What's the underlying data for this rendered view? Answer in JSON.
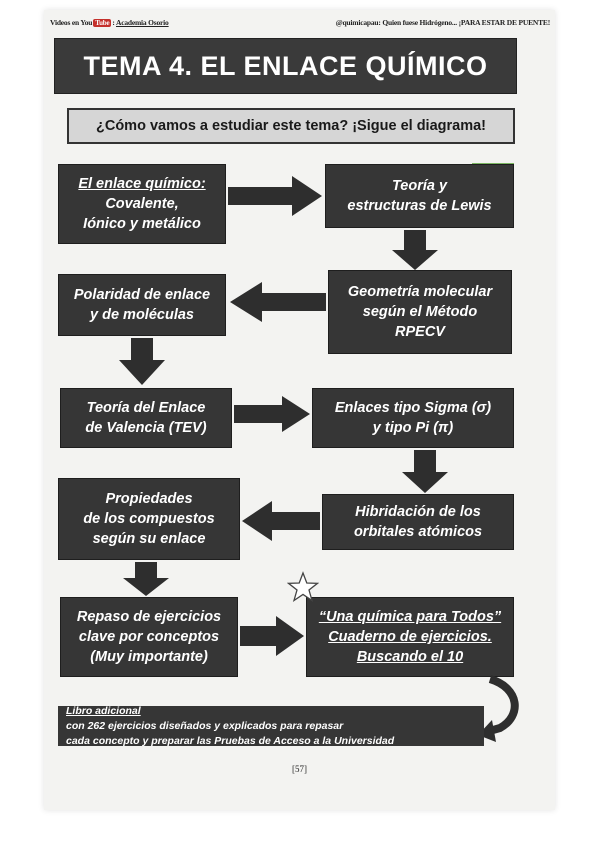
{
  "header": {
    "left_prefix": "Videos en You",
    "left_tube": "Tube",
    "left_sep": ":",
    "left_channel": "Academia Osorio",
    "right_text": "@quimicapau: Quien fuese Hidrógeno... ¡PARA ESTAR DE PUENTE!"
  },
  "title": "TEMA 4. EL ENLACE QUÍMICO",
  "subtitle": "¿Cómo vamos a estudiar este tema? ¡Sigue el diagrama!",
  "boxes": {
    "enlace": {
      "lines": [
        "El enlace químico:",
        "Covalente,",
        "Iónico y metálico"
      ]
    },
    "lewis": {
      "lines": [
        "Teoría y",
        "estructuras de Lewis"
      ]
    },
    "polaridad": {
      "lines": [
        "Polaridad de enlace",
        "y de moléculas"
      ]
    },
    "geometria": {
      "lines": [
        "Geometría molecular",
        "según el Método",
        "RPECV"
      ]
    },
    "tev": {
      "lines": [
        "Teoría del Enlace",
        "de Valencia (TEV)"
      ]
    },
    "sigma": {
      "lines": [
        "Enlaces tipo Sigma (σ)",
        "y tipo Pi (π)"
      ]
    },
    "propiedades": {
      "lines": [
        "Propiedades",
        "de los compuestos",
        "según su enlace"
      ]
    },
    "hibridacion": {
      "lines": [
        "Hibridación de los",
        "orbitales atómicos"
      ]
    },
    "repaso": {
      "lines": [
        "Repaso de ejercicios",
        "clave por conceptos",
        "(Muy importante)"
      ]
    },
    "cuaderno": {
      "lines": [
        "“Una química para Todos”",
        "Cuaderno de ejercicios.",
        "Buscando el 10"
      ]
    }
  },
  "bottom": {
    "line1_underlined": "Libro adicional",
    "line1_rest": " con 262 ejercicios diseñados y explicados para repasar",
    "line2": "cada concepto y preparar las Pruebas de Acceso a la Universidad"
  },
  "page_number": "[57]",
  "colors": {
    "box": "#363636",
    "arrow": "#2e2e2e",
    "accent": "#7bb661",
    "yt": "#c4302b"
  }
}
